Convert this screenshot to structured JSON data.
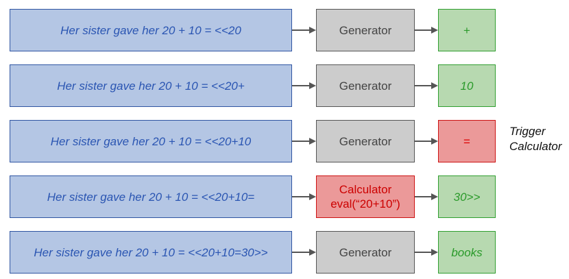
{
  "rows": [
    {
      "prompt": "Her sister gave her 20 + 10 = <<20",
      "processor": "Generator",
      "output": "+"
    },
    {
      "prompt": "Her sister gave her 20 + 10 = <<20+",
      "processor": "Generator",
      "output": "10"
    },
    {
      "prompt": "Her sister gave her 20 + 10 = <<20+10",
      "processor": "Generator",
      "output": "=",
      "annotation": [
        "Trigger",
        "Calculator"
      ]
    },
    {
      "prompt": "Her sister gave her 20 + 10 = <<20+10=",
      "processor_lines": [
        "Calculator",
        "eval(“20+10”)"
      ],
      "output": "30>>"
    },
    {
      "prompt": "Her sister gave her 20 + 10 = <<20+10=30>>",
      "processor": "Generator",
      "output": "books"
    }
  ],
  "colors": {
    "prompt_fill": "#b4c6e4",
    "prompt_border": "#2f55a2",
    "generator_fill": "#cccccc",
    "calculator_fill": "#eb9999",
    "output_fill": "#b7d9b0",
    "arrow": "#555555"
  }
}
